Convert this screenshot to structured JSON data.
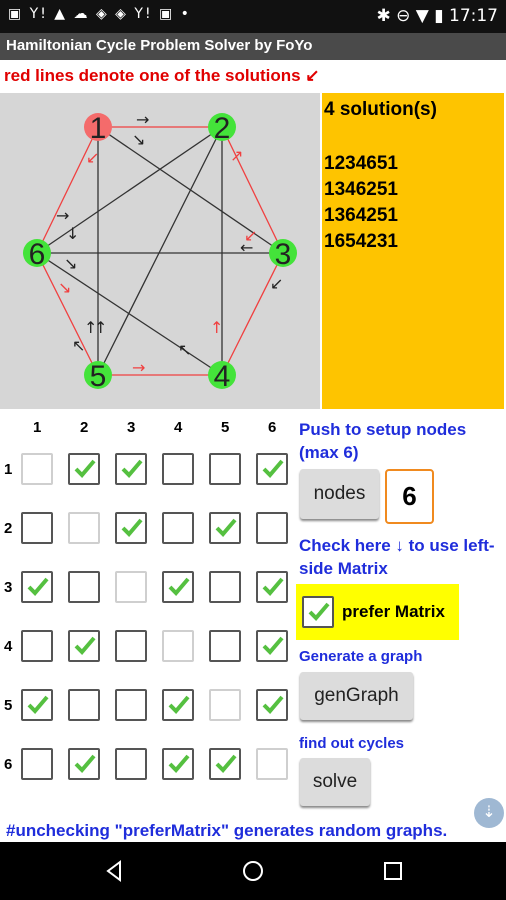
{
  "status_bar": {
    "icons": [
      "image-icon",
      "yahoo-icon",
      "app-icon",
      "cloud-icon",
      "shield-icon",
      "shield-icon",
      "yahoo-icon",
      "image-icon",
      "dots-icon",
      "bluetooth-icon",
      "dnd-icon",
      "wifi-icon",
      "battery-icon"
    ],
    "left_glyphs": "▣ Y! ▲ ☁ ◈ ◈ Y! ▣ •",
    "right_glyphs": "✱ ⊖ ▼ ▮",
    "time": "17:17"
  },
  "app": {
    "title": "Hamiltonian Cycle Problem Solver by FoYo"
  },
  "note": {
    "text": "red lines denote one of the solutions ↙"
  },
  "graph": {
    "nodes": [
      {
        "id": "1",
        "color": "#f46b6b"
      },
      {
        "id": "2",
        "color": "#44e33a"
      },
      {
        "id": "3",
        "color": "#44e33a"
      },
      {
        "id": "4",
        "color": "#44e33a"
      },
      {
        "id": "5",
        "color": "#44e33a"
      },
      {
        "id": "6",
        "color": "#44e33a"
      }
    ],
    "edges": [
      {
        "from": "1",
        "to": "2",
        "red": true
      },
      {
        "from": "2",
        "to": "3",
        "red": true
      },
      {
        "from": "3",
        "to": "4",
        "red": true
      },
      {
        "from": "4",
        "to": "6",
        "red": false
      },
      {
        "from": "4",
        "to": "5",
        "red": true
      },
      {
        "from": "5",
        "to": "1",
        "red": false
      },
      {
        "from": "6",
        "to": "5",
        "red": true
      },
      {
        "from": "6",
        "to": "2",
        "red": false
      },
      {
        "from": "6",
        "to": "3",
        "red": false
      },
      {
        "from": "1",
        "to": "3",
        "red": false
      },
      {
        "from": "1",
        "to": "6",
        "red": true
      },
      {
        "from": "2",
        "to": "4",
        "red": false
      },
      {
        "from": "2",
        "to": "5",
        "red": false
      }
    ],
    "arrow_glyphs": [
      "→",
      "↘",
      "↙",
      "↗",
      "→",
      "↓",
      "←",
      "↙",
      "↙",
      "↘",
      "↘",
      "↖",
      "→",
      "↑",
      "↑",
      "↑",
      "↖"
    ],
    "colors": {
      "red": "#f04040",
      "black": "#333333",
      "background": "#d6d6d6"
    }
  },
  "solutions": {
    "title": "4 solution(s)",
    "items": [
      "1234651",
      "1346251",
      "1364251",
      "1654231"
    ]
  },
  "matrix": {
    "col_headers": [
      "1",
      "2",
      "3",
      "4",
      "5",
      "6"
    ],
    "row_headers": [
      "1",
      "2",
      "3",
      "4",
      "5",
      "6"
    ],
    "cells": [
      [
        false,
        true,
        true,
        false,
        false,
        true
      ],
      [
        false,
        false,
        true,
        false,
        true,
        false
      ],
      [
        true,
        false,
        false,
        true,
        false,
        true
      ],
      [
        false,
        true,
        false,
        false,
        false,
        true
      ],
      [
        true,
        false,
        false,
        true,
        false,
        true
      ],
      [
        false,
        true,
        false,
        true,
        true,
        false
      ]
    ]
  },
  "controls": {
    "setup_label": "Push to setup nodes (max 6)",
    "nodes_button": "nodes",
    "nodes_value": "6",
    "check_label": "Check here ↓ to use left-side Matrix",
    "prefer_label": "prefer Matrix",
    "prefer_checked": true,
    "gen_label": "Generate a graph",
    "gen_button": "genGraph",
    "find_label": "find out cycles",
    "solve_button": "solve"
  },
  "footer": {
    "note": "#unchecking \"preferMatrix\" generates random graphs."
  }
}
